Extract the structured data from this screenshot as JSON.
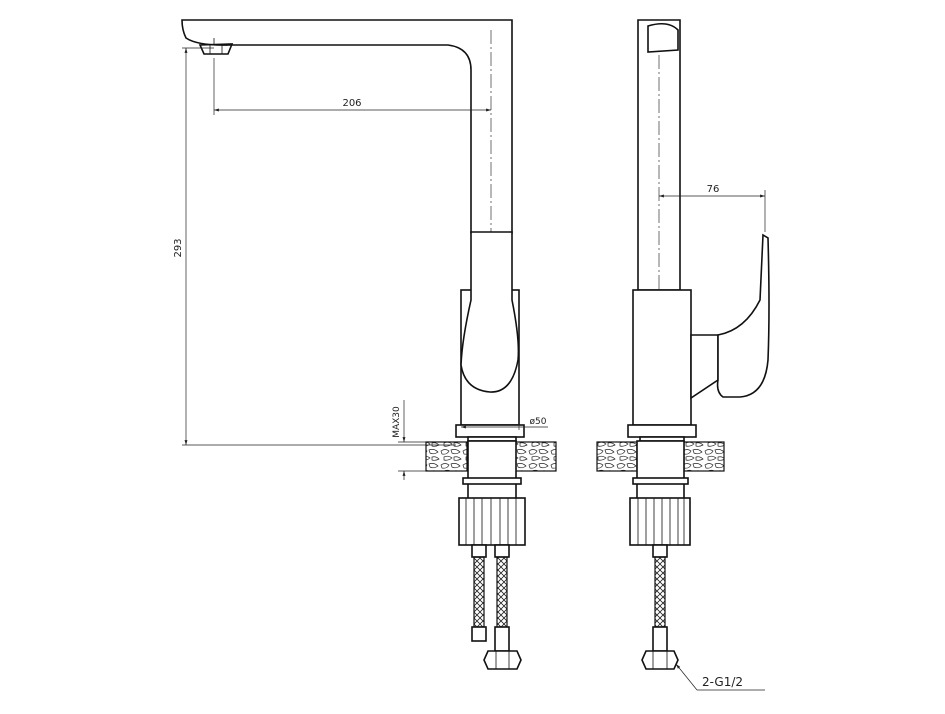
{
  "dimensions": {
    "spout_reach": "206",
    "total_height": "293",
    "max_deck_thickness": "MAX30",
    "base_diameter": "ø50",
    "handle_offset": "76",
    "connection": "2-G1/2"
  },
  "views": [
    "front-view",
    "side-view"
  ]
}
